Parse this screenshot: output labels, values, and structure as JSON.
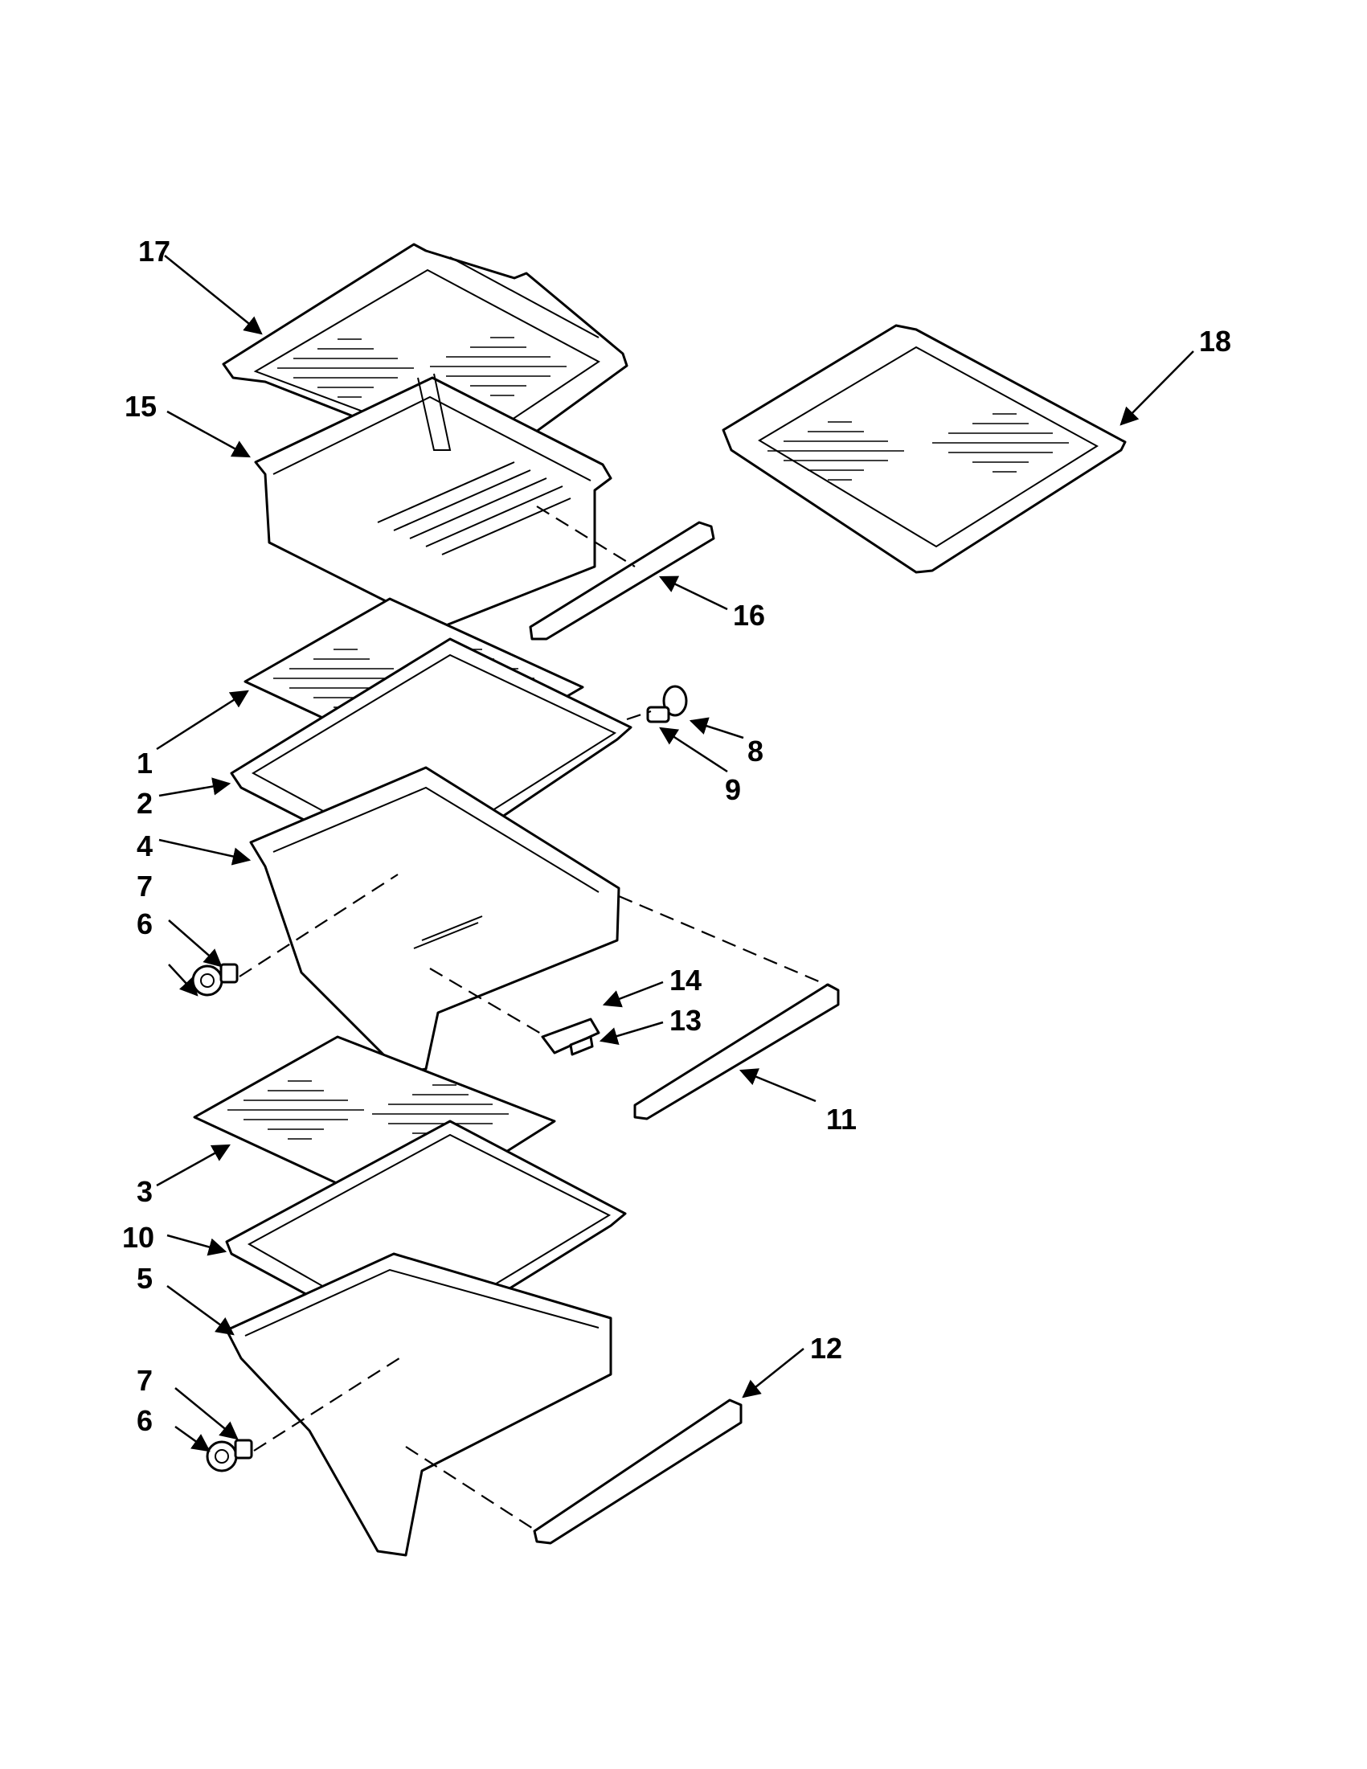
{
  "diagram": {
    "callouts": [
      "17",
      "18",
      "15",
      "16",
      "1",
      "8",
      "9",
      "2",
      "4",
      "7",
      "6",
      "14",
      "13",
      "11",
      "3",
      "10",
      "5",
      "7",
      "6",
      "12"
    ]
  }
}
